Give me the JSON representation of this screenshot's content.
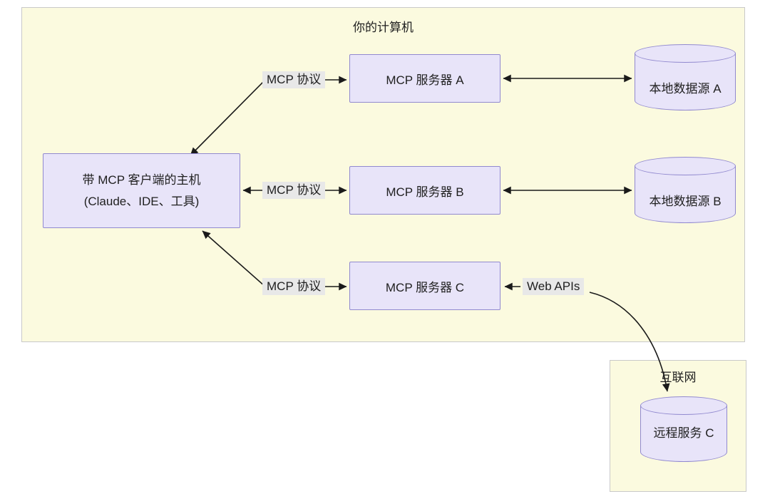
{
  "computer": {
    "title": "你的计算机"
  },
  "host": {
    "line1": "带 MCP 客户端的主机",
    "line2": "(Claude、IDE、工具)"
  },
  "servers": [
    {
      "label": "MCP 服务器 A"
    },
    {
      "label": "MCP 服务器 B"
    },
    {
      "label": "MCP 服务器 C"
    }
  ],
  "datasources": [
    {
      "label": "本地数据源 A"
    },
    {
      "label": "本地数据源 B"
    }
  ],
  "edge_labels": {
    "protocol_a": "MCP 协议",
    "protocol_b": "MCP 协议",
    "protocol_c": "MCP 协议",
    "web_apis": "Web APIs"
  },
  "internet": {
    "title": "互联网",
    "service_label": "远程服务 C"
  },
  "colors": {
    "region_bg": "#FBFADF",
    "region_border": "#C9C9C9",
    "node_bg": "#E8E4F9",
    "node_border": "#9189CF",
    "edge_label_bg": "#E8E8E8",
    "arrow": "#1A1A1A"
  }
}
